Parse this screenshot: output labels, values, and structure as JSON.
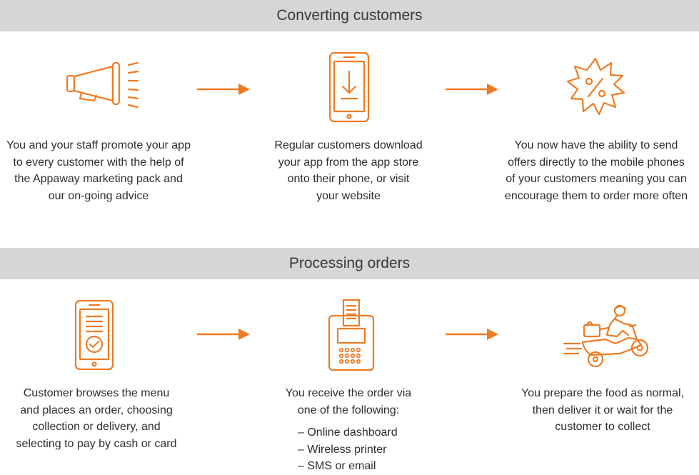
{
  "colors": {
    "accent": "#ee7b22",
    "band": "#d6d6d6",
    "text": "#2e2e2e"
  },
  "sections": [
    {
      "title": "Converting customers",
      "steps": [
        {
          "icon": "megaphone-icon",
          "lines": [
            "You and your staff promote your app",
            "to every customer with the help of",
            "the Appaway marketing pack and",
            "our on-going advice"
          ]
        },
        {
          "icon": "phone-download-icon",
          "lines": [
            "Regular customers download",
            "your app from the app store",
            "onto their phone, or visit",
            "your website"
          ]
        },
        {
          "icon": "discount-badge-icon",
          "lines": [
            "You now have the ability to send",
            "offers directly to the mobile phones",
            "of your customers meaning you can",
            "encourage them to order more often"
          ]
        }
      ]
    },
    {
      "title": "Processing orders",
      "steps": [
        {
          "icon": "phone-menu-check-icon",
          "lines": [
            "Customer browses the menu",
            "and places an order, choosing",
            "collection or delivery, and",
            "selecting to pay by cash or card"
          ]
        },
        {
          "icon": "receipt-printer-icon",
          "lines": [
            "You receive the order via",
            "one of the following:"
          ],
          "list": [
            "– Online dashboard",
            "– Wireless printer",
            "– SMS or email"
          ]
        },
        {
          "icon": "delivery-scooter-icon",
          "lines": [
            "You prepare the food as normal,",
            "then deliver it or wait for the",
            "customer to collect"
          ]
        }
      ]
    }
  ]
}
